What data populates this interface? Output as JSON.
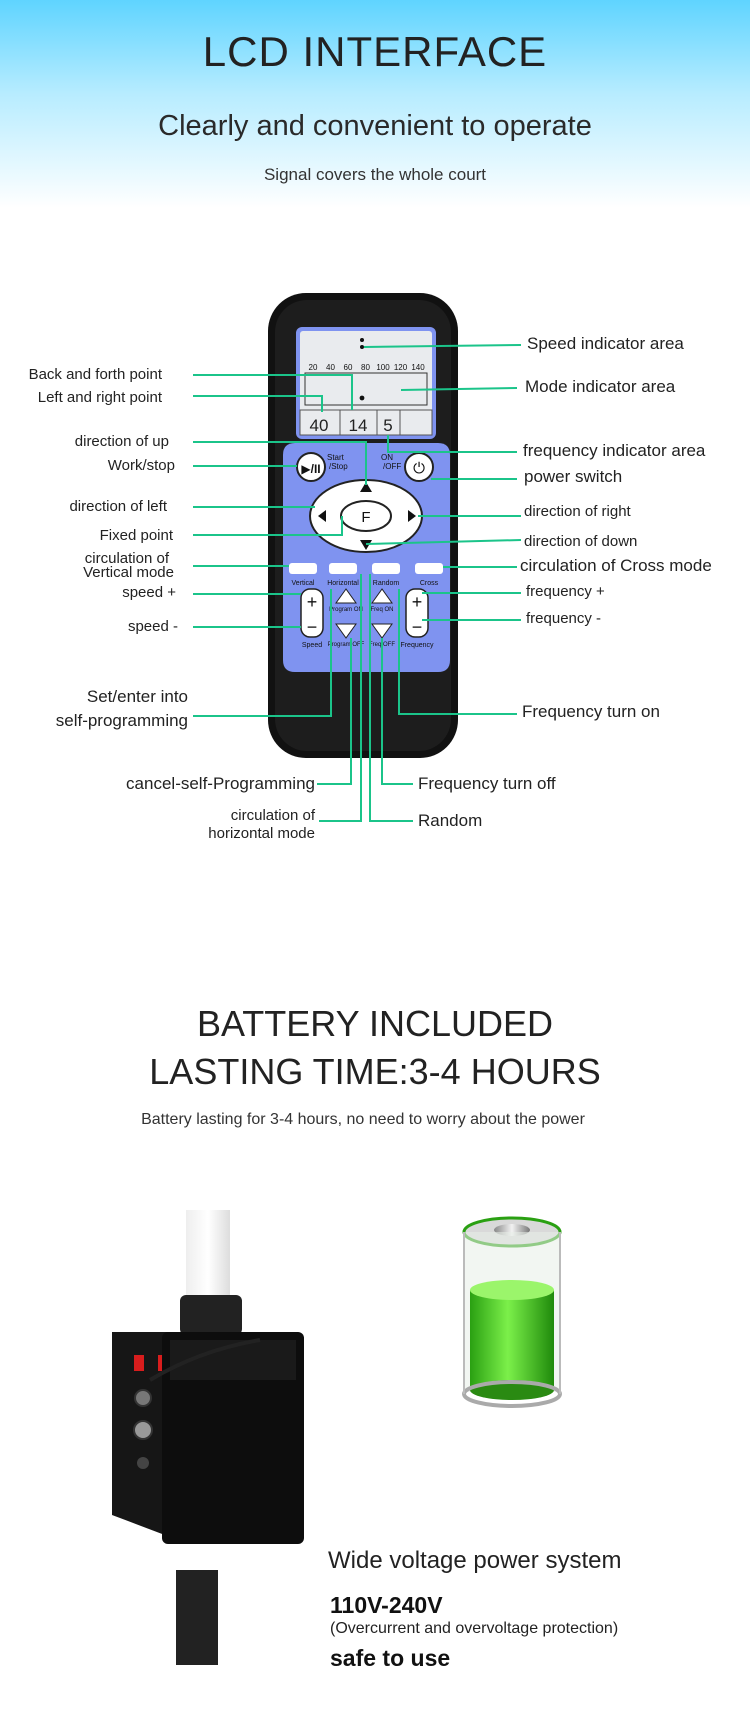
{
  "lcd_section": {
    "title": "LCD INTERFACE",
    "subtitle": "Clearly and convenient to operate",
    "caption": "Signal covers the whole court"
  },
  "remote": {
    "scale": [
      "20",
      "40",
      "60",
      "80",
      "100",
      "120",
      "140"
    ],
    "digits": [
      "40",
      "14",
      "5"
    ],
    "center_key": "F",
    "start_stop_label": [
      "Start",
      "/Stop"
    ],
    "on_off_label": [
      "ON",
      "/OFF"
    ],
    "mode_keys": [
      "Vertical",
      "Horizontal",
      "Random",
      "Cross"
    ],
    "sub_keys": [
      "Program ON",
      "Freq ON",
      "Program OFF",
      "Freq OFF"
    ],
    "speed_key": "Speed",
    "frequency_key": "Frequency",
    "plus": "+",
    "minus": "−",
    "colors": {
      "panel": "#7f93f0",
      "body": "#111111",
      "screen": "#e9ebee",
      "accent": "#1bc48a"
    }
  },
  "labels_left": {
    "back_forth": "Back and forth point",
    "left_right": "Left and right point",
    "dir_up": "direction of up",
    "work_stop": "Work/stop",
    "dir_left": "direction of left",
    "fixed_point": "Fixed point",
    "circ_vertical_1": "circulation of",
    "circ_vertical_2": "Vertical mode",
    "speed_plus": "speed +",
    "speed_minus": "speed -",
    "set_enter_1": "Set/enter into",
    "set_enter_2": "self-programming"
  },
  "labels_right": {
    "speed_area": "Speed indicator area",
    "mode_area": "Mode indicator area",
    "freq_area": "frequency indicator area",
    "power_switch": "power switch",
    "dir_right": "direction of right",
    "dir_down": "direction of down",
    "circ_cross": "circulation of Cross mode",
    "freq_plus": "frequency +",
    "freq_minus": "frequency -",
    "freq_on": "Frequency turn on"
  },
  "labels_bottom": {
    "cancel_prog": "cancel-self-Programming",
    "freq_off": "Frequency turn off",
    "circ_horizontal_1": "circulation of",
    "circ_horizontal_2": "horizontal mode",
    "random": "Random"
  },
  "battery_section": {
    "title_line1": "BATTERY INCLUDED",
    "title_line2": "LASTING TIME:3-4 HOURS",
    "caption": "Battery lasting for 3-4 hours, no need to worry about the power",
    "voltage_title": "Wide voltage power system",
    "voltage_range": "110V-240V",
    "protection": "(Overcurrent and overvoltage protection)",
    "safe": "safe to use"
  }
}
